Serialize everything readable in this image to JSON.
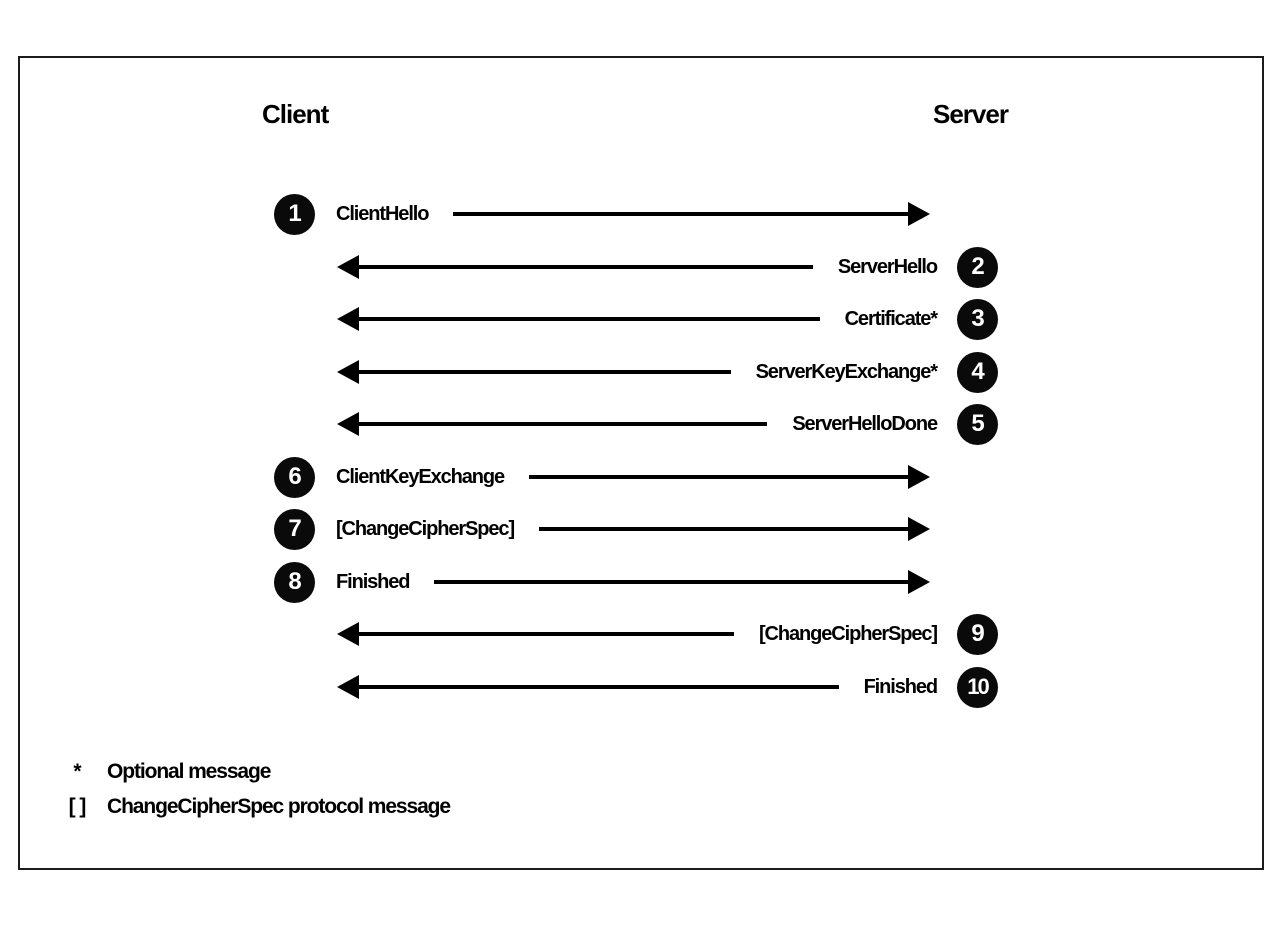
{
  "diagram": {
    "title_client": "Client",
    "title_server": "Server",
    "messages": [
      {
        "num": "1",
        "label": "ClientHello",
        "direction": "client-to-server"
      },
      {
        "num": "2",
        "label": "ServerHello",
        "direction": "server-to-client"
      },
      {
        "num": "3",
        "label": "Certificate*",
        "direction": "server-to-client"
      },
      {
        "num": "4",
        "label": "ServerKeyExchange*",
        "direction": "server-to-client"
      },
      {
        "num": "5",
        "label": "ServerHelloDone",
        "direction": "server-to-client"
      },
      {
        "num": "6",
        "label": "ClientKeyExchange",
        "direction": "client-to-server"
      },
      {
        "num": "7",
        "label": "[ChangeCipherSpec]",
        "direction": "client-to-server"
      },
      {
        "num": "8",
        "label": "Finished",
        "direction": "client-to-server"
      },
      {
        "num": "9",
        "label": "[ChangeCipherSpec]",
        "direction": "server-to-client"
      },
      {
        "num": "10",
        "label": "Finished",
        "direction": "server-to-client"
      }
    ],
    "legend": [
      {
        "symbol": "*",
        "text": "Optional message"
      },
      {
        "symbol": "[ ]",
        "text": "ChangeCipherSpec protocol message"
      }
    ],
    "colors": {
      "ink": "#000000",
      "paper": "#ffffff"
    }
  }
}
